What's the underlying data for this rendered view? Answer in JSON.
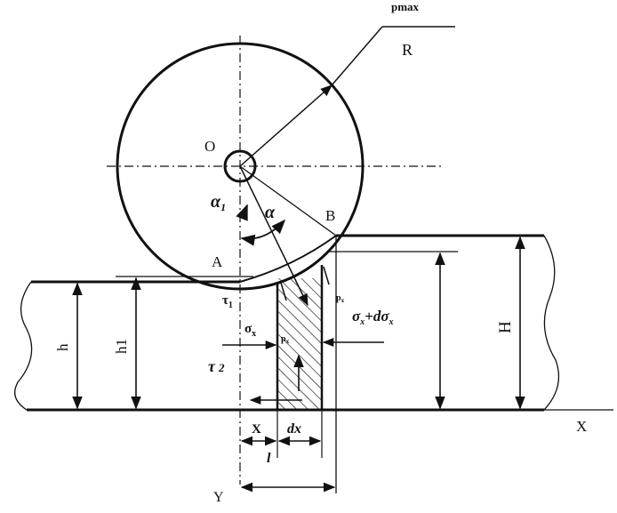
{
  "diagram": {
    "labels": {
      "top_cut": "pmax",
      "R": "R",
      "O": "O",
      "alpha1": "α",
      "alpha1_sub": "1",
      "alpha": "α",
      "B": "B",
      "A": "A",
      "tau1": "τ",
      "tau1_sub": "1",
      "px_small": "p",
      "px_small_sub": "x",
      "px_right": "p",
      "px_right_sub": "x",
      "sigma_x": "σ",
      "sigma_x_sub": "x",
      "sigma_x_dsigma": "σ",
      "sigma_x_dsigma_sub": "x",
      "sigma_x_dsigma_plus": "+dσ",
      "sigma_x_dsigma_sub2": "x",
      "tau2": "τ",
      "tau2_sub": "2",
      "h": "h",
      "h1": "h1",
      "H": "H",
      "X_small": "X",
      "dx": "dx",
      "l": "l",
      "Y": "Y",
      "X_axis": "X"
    },
    "colors": {
      "ink": "#111111",
      "background": "#ffffff"
    }
  }
}
